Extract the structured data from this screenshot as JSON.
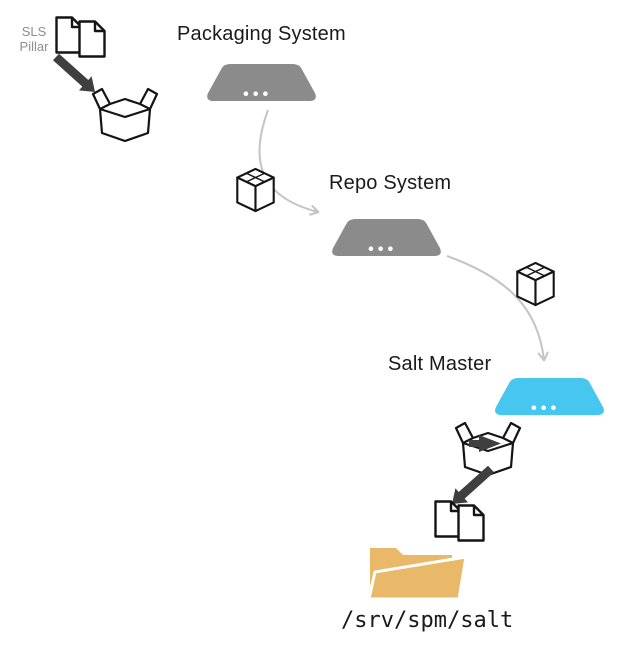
{
  "diagram": {
    "annotation": {
      "line1": "SLS",
      "line2": "Pillar"
    },
    "nodes": [
      {
        "id": "packaging-system",
        "label": "Packaging System",
        "server_color": "#8b8b8b"
      },
      {
        "id": "repo-system",
        "label": "Repo System",
        "server_color": "#8b8b8b"
      },
      {
        "id": "salt-master",
        "label": "Salt Master",
        "server_color": "#47c7ef"
      }
    ],
    "output_path": "/srv/spm/salt"
  },
  "colors": {
    "server_gray": "#8b8b8b",
    "server_highlight": "#47c7ef",
    "folder": "#e9b869",
    "flow_arrow": "#c4c4c4",
    "transfer_arrow": "#3f3f3f",
    "icon_outline": "#141414",
    "muted_text": "#8e8e8e",
    "text": "#1a1a1a",
    "background": "#ffffff"
  }
}
